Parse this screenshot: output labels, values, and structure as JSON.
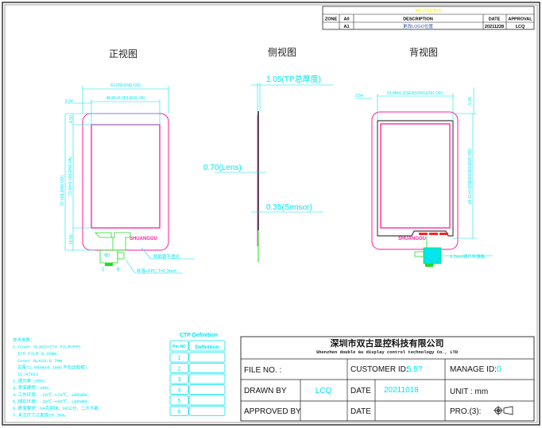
{
  "revisions": {
    "title": "REVISIONS",
    "headers": [
      "ZONE",
      "A0",
      "DESCRIPTION",
      "DATE",
      "APPROVAL"
    ],
    "rows": [
      [
        "",
        "A1",
        "更改LOGO位置",
        "20211228",
        "LCQ"
      ]
    ]
  },
  "views": {
    "front": "正视图",
    "side": "侧视图",
    "back": "背视图"
  },
  "front_dims": {
    "lens_od_w": "61.00(LENS OD)",
    "lens_va_w": "48.96±0.15(LENS VA)",
    "left_margin": "6.04",
    "top_margin": "4.50",
    "lens_od_h": "97.00(LENS OD)",
    "lens_va_h": "73.44±0.15(LENS VA)",
    "bottom_margin": "15.50",
    "logo": "SHUANGGU",
    "fpc_label": "端1",
    "pin1": "1",
    "pin6": "6",
    "note_side": "侧面银不透光",
    "note_fpc": "补强+FPC T=0.3mm"
  },
  "side_dims": {
    "total": "1.05(TP总厚度)",
    "lens": "0.70(Lens)",
    "sensor": "0.35(Sensor)"
  },
  "back_dims": {
    "left_margin": "3.54",
    "sensor_w": "53.88±0.2(SENSOR/LENS OD)",
    "top_margin": "5.88",
    "sensor_h": "84.11±0.2(SENSOR/LENS OD)",
    "logo": "SHUANGGU",
    "note_steel": "0.2mm钢片补强板"
  },
  "tech_notes": [
    "技术参数：",
    "1.Cover GLASS+ITO FILM+FPC",
    "ITO FILM:0.35mm",
    "Cover GLASS:0.7mm",
    "总厚=1.05mm±0.1mm(不包含胶框)",
    "IC:GT911",
    "2.透光率:≥85%；",
    "3.表面硬度：≥6H；",
    "4.工作环境：-20℃~+70℃，≤90%RH；",
    "5.储存环境：-30℃~+80℃，≤90%RH；",
    "6.跌落要求：64克钢球，60公分，二次不破。",
    "7.未注尺寸公差按±0.2mm。"
  ],
  "ctp": {
    "title": "CTP Definition",
    "headers": [
      "Pin NO",
      "Definition"
    ],
    "pins": [
      "1",
      "2",
      "3",
      "4",
      "5",
      "6"
    ]
  },
  "title_block": {
    "company_cn": "深圳市双古显控科技有限公司",
    "company_en": "Shenzhen double Gu display control technology Co., LTD",
    "file_no": "FILE NO. :",
    "customer_id": "CUSTOMER ID:",
    "customer_id_value": "5.5?",
    "manage_id": "MANAGE ID:",
    "manage_id_value": "0",
    "drawn_by": "DRAWN BY",
    "drawn_by_value": "LCQ",
    "date": "DATE",
    "date_value": "20211018",
    "unit": "UNIT : mm",
    "approved_by": "APPROVED BY",
    "date2": "DATE",
    "projection": "PRO.(3):"
  },
  "colors": {
    "cyan": "#00e5ee",
    "magenta": "#ff1aa0",
    "green": "#22dd22",
    "red": "#ff2020",
    "yellow": "#ffee00"
  }
}
